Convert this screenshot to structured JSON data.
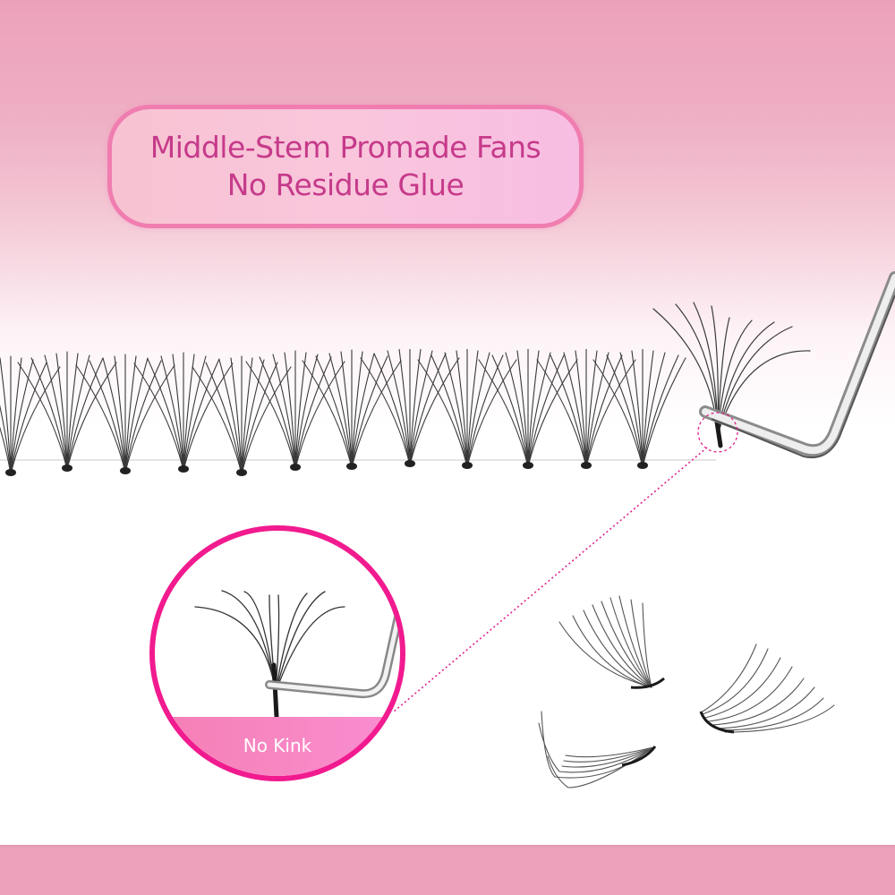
{
  "title_badge": {
    "line1": "Middle-Stem Promade Fans",
    "line2": "No Residue Glue"
  },
  "zoom_callout": {
    "label": "No Kink"
  },
  "colors": {
    "background_top": "#eca1ba",
    "footer_bar": "#eca0b9",
    "badge_border": "#f07db0",
    "title_text": "#c63a8a",
    "circle_border": "#f11b8f",
    "label_band": "#f57fb4",
    "connector_dots": "#e0208a"
  },
  "images": {
    "lash_strip": "premade-fan-lash-strip",
    "tweezer": "tweezer-holding-fan",
    "loose_fans": "three-loose-fans"
  }
}
